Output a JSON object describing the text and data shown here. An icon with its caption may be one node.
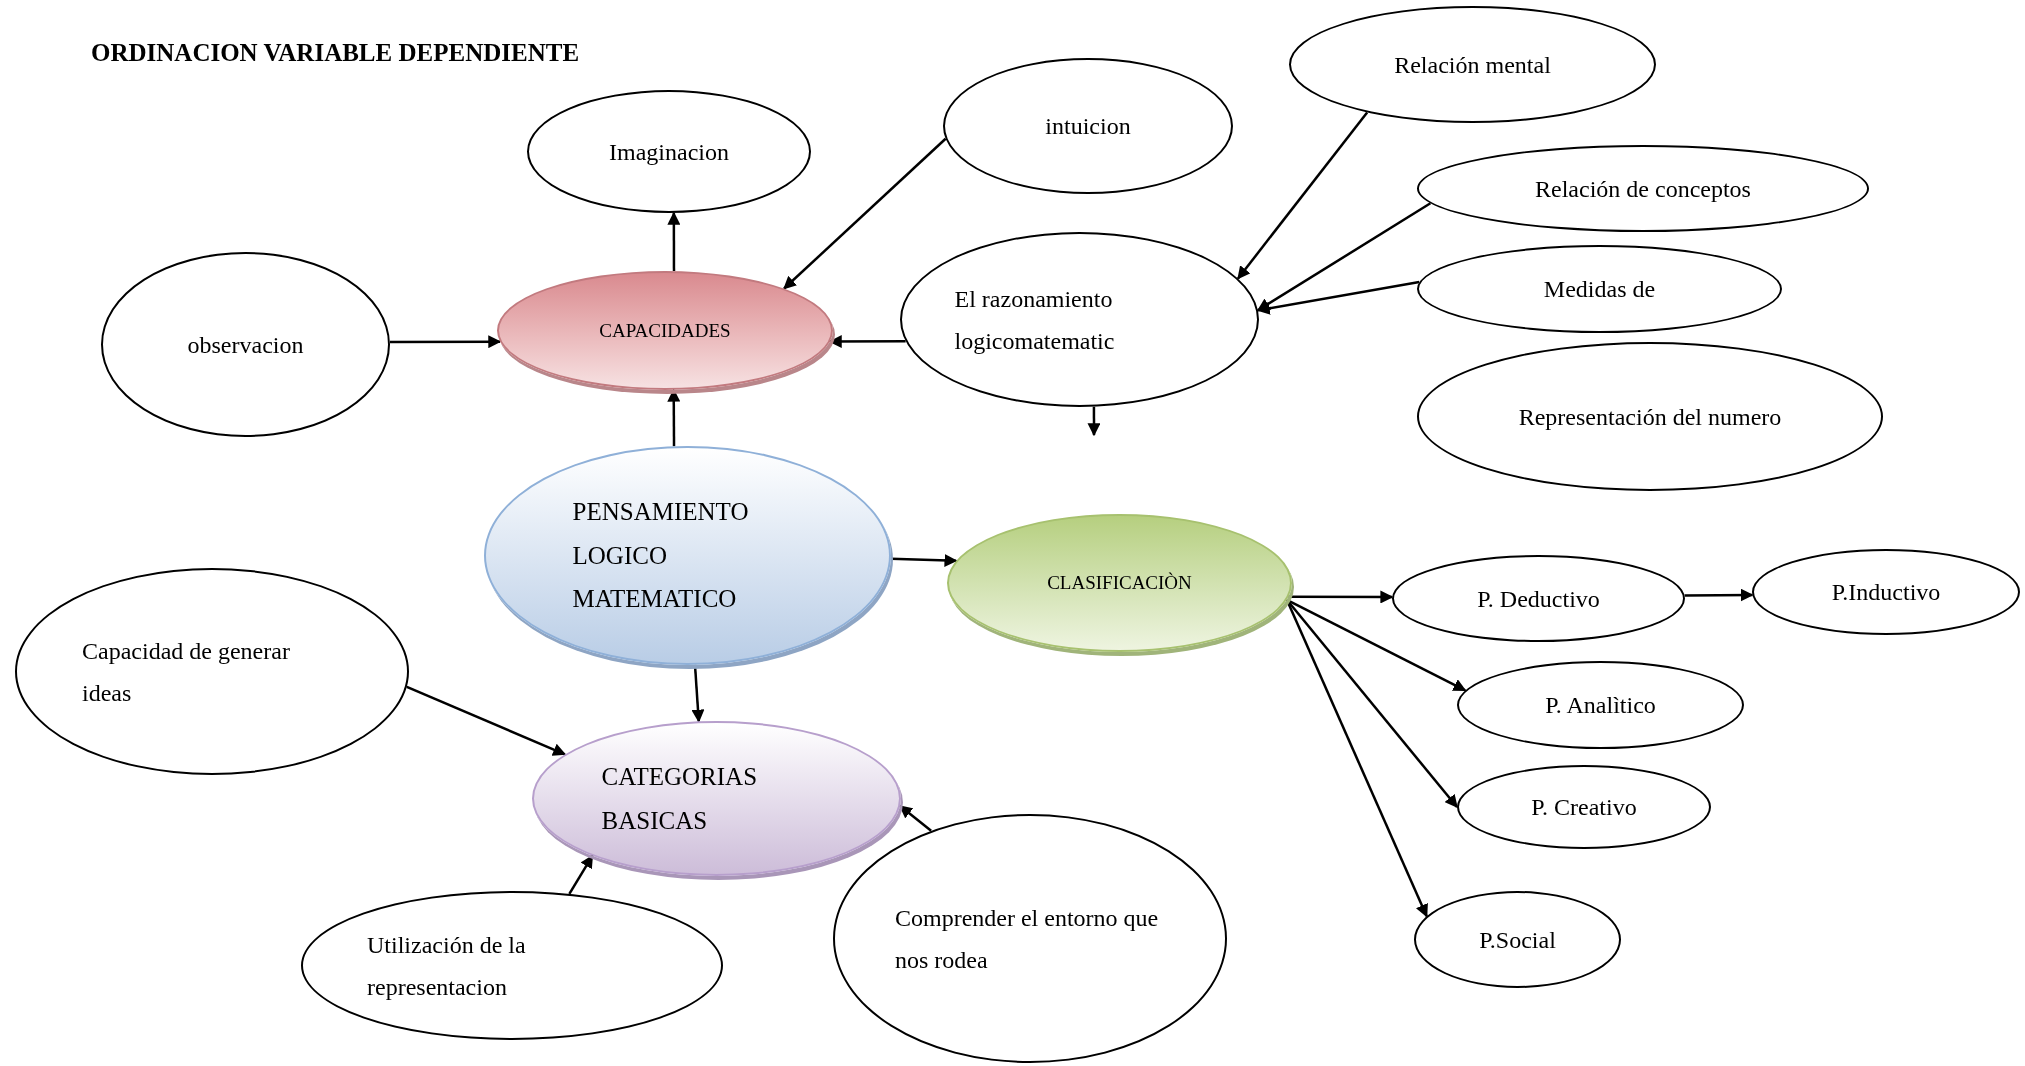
{
  "diagram": {
    "title": "ORDINACION VARIABLE DEPENDIENTE",
    "nodes": [
      {
        "text": [
          "Imaginacion"
        ]
      },
      {
        "text": [
          "intuicion"
        ]
      },
      {
        "text": [
          "Relación mental"
        ]
      },
      {
        "text": [
          "observacion"
        ]
      },
      {
        "text": [
          "CAPACIDADES"
        ]
      },
      {
        "text": [
          "El razonamiento logicomatematic"
        ]
      },
      {
        "text": [
          "Relación de conceptos"
        ]
      },
      {
        "text": [
          "Medidas de"
        ]
      },
      {
        "text": [
          "Representación del numero"
        ]
      },
      {
        "text": [
          "PENSAMIENTO LOGICO MATEMATICO"
        ]
      },
      {
        "text": [
          "CLASIFICACIÒN"
        ]
      },
      {
        "text": [
          "P. Deductivo"
        ]
      },
      {
        "text": [
          "P.Inductivo"
        ]
      },
      {
        "text": [
          "Capacidad de generar ideas"
        ]
      },
      {
        "text": [
          "P. Analìtico"
        ]
      },
      {
        "text": [
          "CATEGORIAS BASICAS"
        ]
      },
      {
        "text": [
          "P. Creativo"
        ]
      },
      {
        "text": [
          "Utilización de la representacion"
        ]
      },
      {
        "text": [
          "Comprender el entorno que nos rodea"
        ]
      },
      {
        "text": [
          "P.Social"
        ]
      }
    ],
    "edges": [
      {
        "from": 4,
        "to": 0,
        "arrow": "to"
      },
      {
        "from": 1,
        "to": 4,
        "arrow": "to"
      },
      {
        "from": 3,
        "to": 4,
        "arrow": "to"
      },
      {
        "from": 5,
        "to": 4,
        "arrow": "to"
      },
      {
        "from": 2,
        "to": 5,
        "arrow": "to"
      },
      {
        "from": 6,
        "to": 5,
        "arrow": "to"
      },
      {
        "from": 7,
        "to": 5,
        "arrow": "to"
      },
      {
        "from": 5,
        "to": null,
        "arrow": "to"
      },
      {
        "from": 9,
        "to": 4,
        "arrow": "to"
      },
      {
        "from": 9,
        "to": 10,
        "arrow": "to"
      },
      {
        "from": 9,
        "to": 15,
        "arrow": "to"
      },
      {
        "from": 10,
        "to": 11,
        "arrow": "to"
      },
      {
        "from": 11,
        "to": 12,
        "arrow": "to"
      },
      {
        "from": 10,
        "to": 14,
        "arrow": "to"
      },
      {
        "from": 10,
        "to": 16,
        "arrow": "to"
      },
      {
        "from": 10,
        "to": 19,
        "arrow": "to"
      },
      {
        "from": 13,
        "to": 15,
        "arrow": "to"
      },
      {
        "from": 17,
        "to": 15,
        "arrow": "to"
      },
      {
        "from": 18,
        "to": 15,
        "arrow": "to"
      }
    ]
  }
}
